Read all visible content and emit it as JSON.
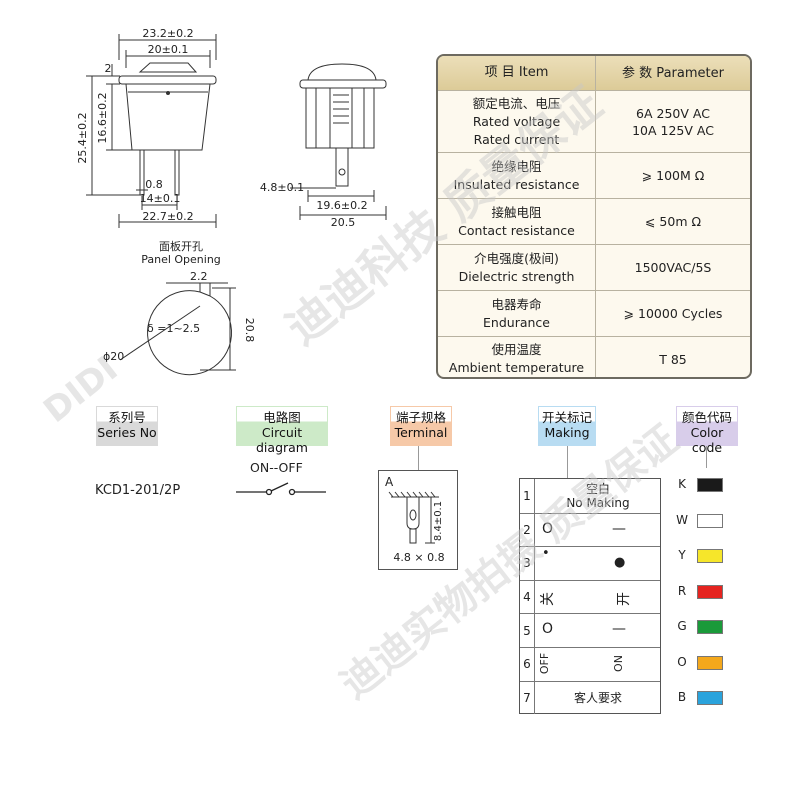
{
  "drawing": {
    "front": {
      "dim_width_outer": "23.2±0.2",
      "dim_width_inner": "20±0.1",
      "dim_top_gap": "2",
      "dim_height_total": "25.4±0.2",
      "dim_height_body": "16.6±0.2",
      "dim_pin_width": "0.8",
      "dim_pin_spacing": "14±0.1",
      "dim_bottom_width": "22.7±0.2"
    },
    "side": {
      "dim_pin_offset": "4.8±0.1",
      "dim_body_width": "19.6±0.2",
      "dim_total_width": "20.5"
    },
    "panel": {
      "title_cn": "面板开孔",
      "title_en": "Panel Opening",
      "dim_notch": "2.2",
      "dim_thickness": "δ =1~2.5",
      "dim_height": "20.8",
      "dim_diameter": "ϕ20"
    }
  },
  "params": {
    "header_item": "项 目   Item",
    "header_param": "参 数   Parameter",
    "rows": [
      {
        "cn": "额定电流、电压",
        "en1": "Rated voltage",
        "en2": "Rated current",
        "v1": "6A  250V AC",
        "v2": "10A 125V AC"
      },
      {
        "cn": "绝缘电阻",
        "en1": "Insulated resistance",
        "en2": "",
        "v1": "⩾ 100M Ω",
        "v2": ""
      },
      {
        "cn": "接触电阻",
        "en1": "Contact resistance",
        "en2": "",
        "v1": "⩽ 50m Ω",
        "v2": ""
      },
      {
        "cn": "介电强度(极间)",
        "en1": "Dielectric strength",
        "en2": "",
        "v1": "1500VAC/5S",
        "v2": ""
      },
      {
        "cn": "电器寿命",
        "en1": "Endurance",
        "en2": "",
        "v1": "⩾ 10000 Cycles",
        "v2": ""
      },
      {
        "cn": "使用温度",
        "en1": "Ambient temperature",
        "en2": "",
        "v1": "T 85",
        "v2": ""
      }
    ]
  },
  "sections": {
    "series": {
      "cn": "系列号",
      "en": "Series No",
      "value": "KCD1-201/2P",
      "color": "#d9d9d9"
    },
    "circuit": {
      "cn": "电路图",
      "en": "Circuit diagram",
      "value": "ON--OFF",
      "color": "#cdeac8"
    },
    "terminal": {
      "cn": "端子规格",
      "en": "Terminal",
      "label": "A",
      "dim_height": "8.4±0.1",
      "dim_width": "4.8 × 0.8",
      "color": "#f6c9a8"
    },
    "making": {
      "cn": "开关标记",
      "en": "Making",
      "color": "#b8dcf2"
    },
    "color_code": {
      "cn": "颜色代码",
      "en": "Color code",
      "color": "#d8cdea"
    }
  },
  "making_rows": [
    {
      "num": "1",
      "text1": "空白",
      "text2": "No Making"
    },
    {
      "num": "2",
      "sym_left": "O",
      "sym_right": "—"
    },
    {
      "num": "3",
      "sym_right": "●"
    },
    {
      "num": "4",
      "sym_left": "关",
      "sym_right": "开"
    },
    {
      "num": "5",
      "sym_left": "O",
      "sym_right": "—"
    },
    {
      "num": "6",
      "sym_left": "OFF",
      "sym_right": "ON"
    },
    {
      "num": "7",
      "text1": "客人要求"
    }
  ],
  "colors": [
    {
      "letter": "K",
      "hex": "#1a1a1a"
    },
    {
      "letter": "W",
      "hex": "#ffffff"
    },
    {
      "letter": "Y",
      "hex": "#f6e62a"
    },
    {
      "letter": "R",
      "hex": "#e52420"
    },
    {
      "letter": "G",
      "hex": "#1a9a3a"
    },
    {
      "letter": "O",
      "hex": "#f4a81c"
    },
    {
      "letter": "B",
      "hex": "#2aa3dc"
    }
  ],
  "watermark": {
    "text": "迪迪科技 质量保证",
    "text2": "迪迪实物拍摄 质量保证",
    "brand": "DIDI"
  }
}
